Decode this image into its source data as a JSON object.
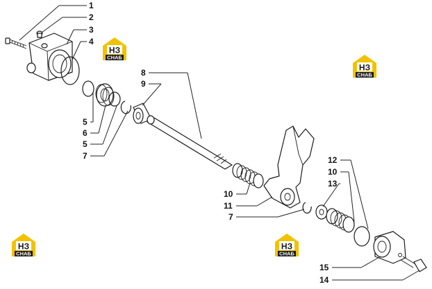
{
  "logo": {
    "letters": "НЗ",
    "word": "СНАБ",
    "color": "#f2c200"
  },
  "labels": {
    "l1": "1",
    "l2": "2",
    "l3": "3",
    "l4": "4",
    "l5a": "5",
    "l6": "6",
    "l5b": "5",
    "l7a": "7",
    "l8": "8",
    "l9": "9",
    "l10a": "10",
    "l11": "11",
    "l7b": "7",
    "l12": "12",
    "l10b": "10",
    "l13": "13",
    "l15": "15",
    "l14": "14"
  }
}
